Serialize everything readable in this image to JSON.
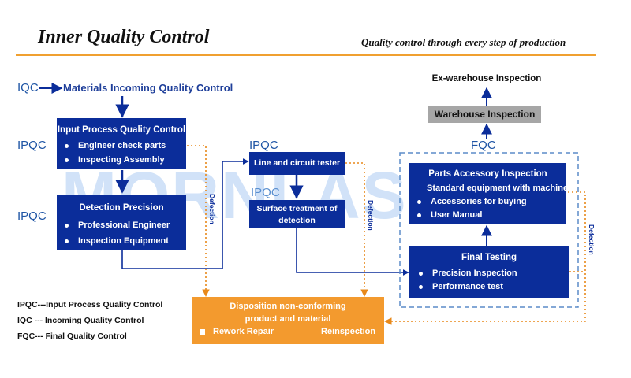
{
  "header": {
    "title": "Inner Quality Control",
    "subtitle": "Quality control through every step of production"
  },
  "iqc": {
    "tag": "IQC",
    "label": "Materials Incoming Quality Control"
  },
  "labels": {
    "ipqc_left_1": "IPQC",
    "ipqc_left_2": "IPQC",
    "ipqc_mid_1": "IPQC",
    "ipqc_mid_2": "IPQC",
    "fqc": "FQC"
  },
  "boxes": {
    "input_process": {
      "title": "Input Process Quality Control",
      "items": [
        "Engineer check parts",
        "Inspecting Assembly"
      ]
    },
    "detection": {
      "title": "Detection Precision",
      "items": [
        "Professional Engineer",
        "Inspection Equipment"
      ]
    },
    "line_tester": {
      "title": "Line and circuit tester"
    },
    "surface": {
      "title_1": "Surface treatment of",
      "title_2": "detection"
    },
    "parts_accessory": {
      "title": "Parts Accessory Inspection",
      "items": [
        "Standard equipment with machine",
        "Accessories for buying",
        "User Manual"
      ]
    },
    "final_testing": {
      "title": "Final Testing",
      "items": [
        "Precision Inspection",
        "Performance test"
      ]
    },
    "warehouse": {
      "title": "Warehouse Inspection"
    },
    "ex_warehouse": {
      "title": "Ex-warehouse Inspection"
    },
    "disposition": {
      "title_1": "Disposition non-conforming",
      "title_2": "product and material",
      "item_left": "Rework Repair",
      "item_right": "Reinspection"
    }
  },
  "defection_label": "Defection",
  "legend": [
    "IPQC---Input Process Quality Control",
    "IQC --- Incoming Quality Control",
    "FQC--- Final Quality Control"
  ],
  "watermark": "MORNLASER",
  "colors": {
    "accent_rule": "#f0a030",
    "box_blue": "#0b2d9a",
    "tag_blue": "#1f55a5",
    "orange_box": "#f39a2e",
    "warehouse_gray": "#a6a6a6",
    "dashed_frame": "#5b8cc8"
  }
}
